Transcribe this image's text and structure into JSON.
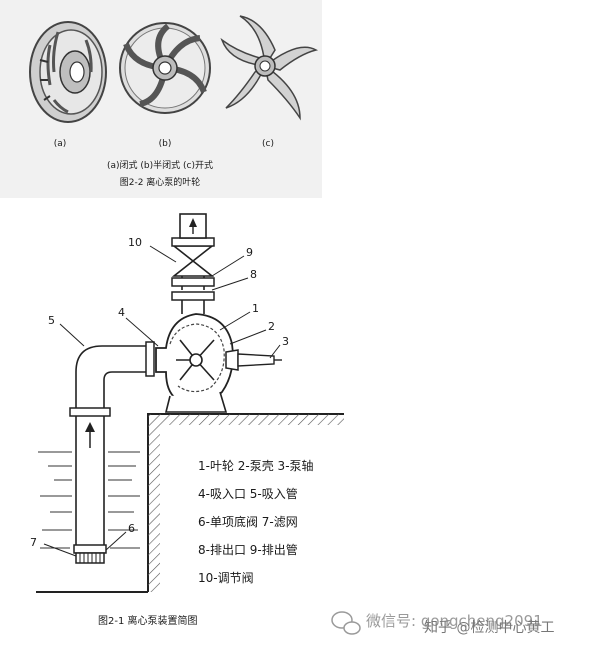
{
  "impeller_figure": {
    "sub_labels": [
      "(a)",
      "(b)",
      "(c)"
    ],
    "types_line": "(a)闭式   (b)半闭式   (c)开式",
    "caption": "图2-2  离心泵的叶轮"
  },
  "pump_figure": {
    "callouts": [
      "10",
      "9",
      "8",
      "1",
      "2",
      "3",
      "4",
      "5",
      "6",
      "7"
    ],
    "legend": [
      "1-叶轮  2-泵壳  3-泵轴",
      "4-吸入口   5-吸入管",
      "6-单项底阀  7-滤网",
      "8-排出口  9-排出管",
      "10-调节阀"
    ],
    "caption": "图2-1  离心泵装置简图"
  },
  "watermark": {
    "wechat": "微信号: gongcheng2091",
    "zhihu": "知乎 @检测中心黄工"
  },
  "colors": {
    "line": "#1a1a1a",
    "hatch": "#555555",
    "caption_bg": "#f1f1f1"
  }
}
